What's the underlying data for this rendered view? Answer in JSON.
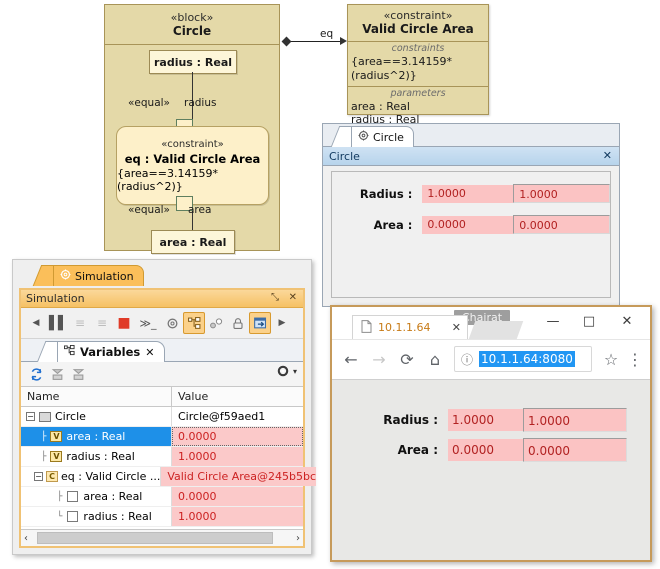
{
  "diagram": {
    "block": {
      "stereotype": "«block»",
      "name": "Circle",
      "radius_prop": "radius : Real",
      "area_prop": "area : Real",
      "inner_constraint": {
        "stereotype": "«constraint»",
        "name": "eq : Valid Circle Area",
        "expression": "{area==3.14159*(radius^2)}"
      },
      "equal_label_top": "«equal»",
      "role_label_top": "radius",
      "equal_label_bottom": "«equal»",
      "role_label_bottom": "area"
    },
    "constraint_block": {
      "stereotype": "«constraint»",
      "name": "Valid Circle Area",
      "constraints_label": "constraints",
      "constraint_expr": "{area==3.14159*(radius^2)}",
      "parameters_label": "parameters",
      "parameters": [
        "area : Real",
        "radius : Real"
      ]
    },
    "connector_label": "eq"
  },
  "circle_panel": {
    "tab_label": "Circle",
    "tab_icon": "gear-circle-icon",
    "title": "Circle",
    "close_label": "✕",
    "rows": [
      {
        "label": "Radius :",
        "display_value": "1.0000",
        "field_value": "1.0000"
      },
      {
        "label": "Area :",
        "display_value": "0.0000",
        "field_value": "0.0000"
      }
    ]
  },
  "simulation": {
    "tab_label": "Simulation",
    "tab_icon": "gear-circle-icon",
    "window_title": "Simulation",
    "maximize_label": "⤡",
    "close_label": "✕",
    "toolbar": [
      {
        "name": "prev-arrow",
        "glyph": "◀",
        "active": false
      },
      {
        "name": "pause-button",
        "glyph": "▐▌",
        "active": false
      },
      {
        "name": "step-into-button",
        "glyph": "≡",
        "active": false
      },
      {
        "name": "step-over-button",
        "glyph": "≡",
        "active": false
      },
      {
        "name": "stop-button",
        "glyph": "■",
        "active": false
      },
      {
        "name": "console-button",
        "glyph": "≫",
        "active": false
      },
      {
        "name": "settings-button",
        "glyph": "⚙",
        "active": false
      },
      {
        "name": "variables-toggle",
        "glyph": "⚇",
        "active": true
      },
      {
        "name": "breakpoint-button",
        "glyph": "○",
        "active": false
      },
      {
        "name": "lock-button",
        "glyph": "⚿",
        "active": false
      },
      {
        "name": "open-window-button",
        "glyph": "▣",
        "active": true
      },
      {
        "name": "next-arrow",
        "glyph": "▶",
        "active": false
      }
    ],
    "variables_tab": {
      "label": "Variables",
      "icon": "tree-icon",
      "close_label": "✕"
    },
    "var_toolbar": [
      {
        "name": "refresh-button",
        "glyph": "↻"
      },
      {
        "name": "expand-all-button",
        "glyph": "⤓"
      },
      {
        "name": "collapse-all-button",
        "glyph": "⤒"
      }
    ],
    "gear_label": "⚙",
    "gear_caret": "▾",
    "columns": [
      "Name",
      "Value"
    ],
    "rows": [
      {
        "indent": 0,
        "expander": "−",
        "icon": "object-icon",
        "name": "Circle",
        "value": "Circle@f59aed1",
        "selected": false,
        "value_red": false
      },
      {
        "indent": 1,
        "expander": "",
        "icon": "value-property-icon",
        "name": "area : Real",
        "value": "0.0000",
        "selected": true,
        "value_red": true
      },
      {
        "indent": 1,
        "expander": "",
        "icon": "value-property-icon",
        "name": "radius : Real",
        "value": "1.0000",
        "selected": false,
        "value_red": true
      },
      {
        "indent": 1,
        "expander": "−",
        "icon": "constraint-icon",
        "name": "eq : Valid Circle ...",
        "value": "Valid Circle Area@245b5bc",
        "selected": false,
        "value_red": true
      },
      {
        "indent": 2,
        "expander": "",
        "icon": "parameter-icon",
        "name": "area : Real",
        "value": "0.0000",
        "selected": false,
        "value_red": true
      },
      {
        "indent": 2,
        "expander": "",
        "icon": "parameter-icon",
        "name": "radius : Real",
        "value": "1.0000",
        "selected": false,
        "value_red": true
      }
    ],
    "scroll_left": "‹",
    "scroll_right": "›"
  },
  "browser": {
    "window_badge": "Chairat",
    "minimize_label": "—",
    "maximize_label": "□",
    "close_label": "✕",
    "tab": {
      "title": "10.1.1.64",
      "page_icon": "document-icon",
      "close_label": "✕"
    },
    "nav": {
      "back": "←",
      "forward": "→",
      "reload": "⟳",
      "home": "⌂",
      "info_icon": "ⓘ",
      "url": "10.1.1.64:8080",
      "bookmark": "☆",
      "menu": "⋮"
    },
    "page_rows": [
      {
        "label": "Radius :",
        "display_value": "1.0000",
        "field_value": "1.0000"
      },
      {
        "label": "Area :",
        "display_value": "0.0000",
        "field_value": "0.0000"
      }
    ]
  }
}
